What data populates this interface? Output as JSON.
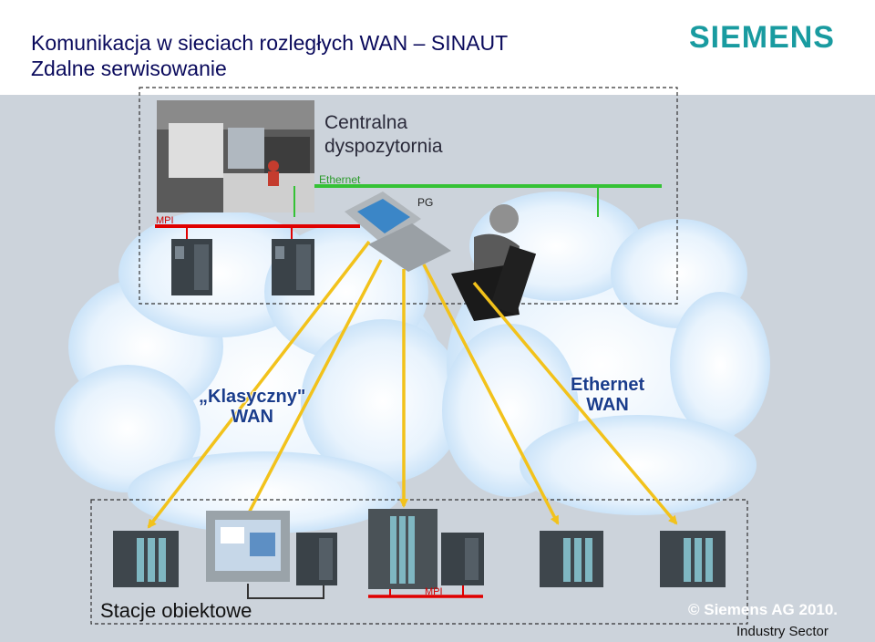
{
  "header": {
    "title_line1": "Komunikacja w sieciach rozległych WAN – SINAUT",
    "title_line2": "Zdalne serwisowanie",
    "logo": "SIEMENS"
  },
  "control_room": {
    "title_line1": "Centralna",
    "title_line2": "dyspozytornia",
    "ethernet_label": "Ethernet",
    "pg_label": "PG",
    "mpi_label": "MPI"
  },
  "networks": {
    "classic_line1": "„Klasyczny\"",
    "classic_line2": "WAN",
    "ethernet_line1": "Ethernet",
    "ethernet_line2": "WAN"
  },
  "stations": {
    "label": "Stacje obiektowe",
    "mpi_label": "MPI"
  },
  "footer": {
    "copyright": "© Siemens AG 2010.",
    "sector": "Industry Sector"
  },
  "colors": {
    "ethernet": "#35c235",
    "mpi": "#e00000",
    "link": "#f2c21b",
    "wan_text": "#1a3d8c",
    "logo": "#199ba0"
  }
}
